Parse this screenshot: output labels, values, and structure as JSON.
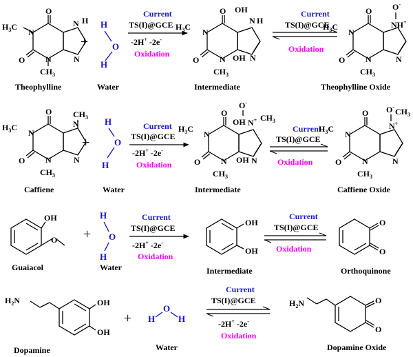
{
  "colors": {
    "current": "#1a1ad0",
    "oxidation": "#ff00ff",
    "water": "#1010c8",
    "purple": "#9b4fc9",
    "orange": "#ff6a00",
    "magenta": "#ff00ff",
    "green": "#66e066",
    "pink": "#ff4f8a",
    "red": "#e8262a",
    "lightpink": "#f3b2ee"
  },
  "conditions": {
    "current": "Current",
    "electrode": "TS(I)@GCE",
    "protons": "-2H",
    "proton_sup": "+",
    "electrons": "-2e",
    "electron_sup": "-",
    "oxidation": "Oxidation",
    "plus": "+"
  },
  "atoms": {
    "h3c": "H",
    "h3c_sub": "3",
    "h3c_c": "C",
    "ch3": "CH",
    "ch3_sub": "3",
    "n": "N",
    "o": "O",
    "h": "H",
    "nh": "NH",
    "nh_sup": "+",
    "n_plus": "N",
    "plus_sup": "+",
    "o_minus": "O",
    "minus_sup": "-",
    "oh": "OH",
    "h2n": "H",
    "h2n_sub": "2",
    "h2n_n": "N"
  },
  "rows": [
    {
      "reactant": "Theophylline",
      "water": "Water",
      "intermediate": "Intermediate",
      "product": "Theophylline Oxide"
    },
    {
      "reactant": "Caffiene",
      "water": "Water",
      "intermediate": "Intermediate",
      "product": "Caffiene Oxide"
    },
    {
      "reactant": "Guaiacol",
      "water": "Water",
      "intermediate": "Intermediate",
      "product": "Orthoquinone"
    },
    {
      "reactant": "Dopamine",
      "water": "Water",
      "product": "Dopamine Oxide"
    }
  ]
}
